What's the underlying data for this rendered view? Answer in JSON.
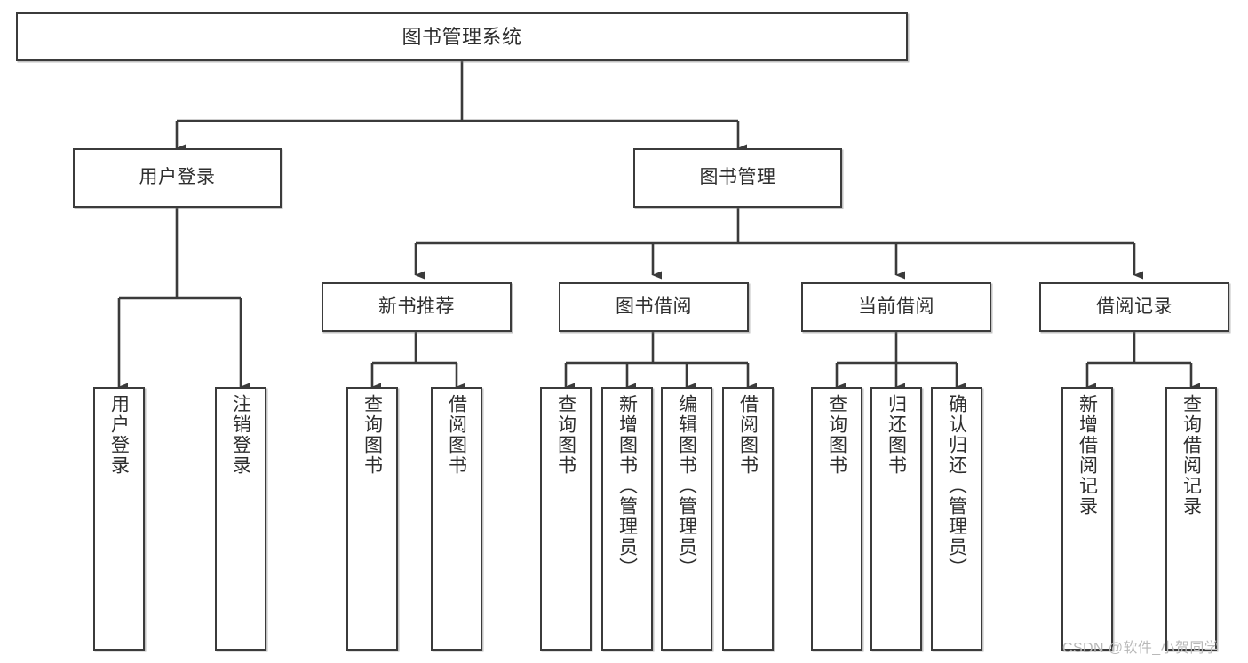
{
  "diagram": {
    "title": "图书管理系统",
    "type": "tree-hierarchy-flowchart",
    "watermark": "CSDN @软件_小贺同学",
    "colors": {
      "box_border": "#3b3b3b",
      "box_fill": "#ffffff",
      "connector": "#3b3b3b",
      "text": "#2e2e2e",
      "watermark": "#b9b9b9",
      "background": "#ffffff"
    },
    "nodes": {
      "root": {
        "label": "图书管理系统"
      },
      "level2": [
        {
          "key": "user_login",
          "label": "用户登录"
        },
        {
          "key": "book_manage",
          "label": "图书管理"
        }
      ],
      "level3": [
        {
          "key": "new_book_rec",
          "label": "新书推荐"
        },
        {
          "key": "book_borrow",
          "label": "图书借阅"
        },
        {
          "key": "current_borrow",
          "label": "当前借阅"
        },
        {
          "key": "borrow_record",
          "label": "借阅记录"
        }
      ],
      "leaves": {
        "user_login": [
          {
            "key": "leaf_user_login",
            "label": "用户登录"
          },
          {
            "key": "leaf_logout_login",
            "label": "注销登录"
          }
        ],
        "new_book_rec": [
          {
            "key": "leaf_query_book_1",
            "label": "查询图书"
          },
          {
            "key": "leaf_borrow_book_1",
            "label": "借阅图书"
          }
        ],
        "book_borrow": [
          {
            "key": "leaf_query_book_2",
            "label": "查询图书"
          },
          {
            "key": "leaf_add_book",
            "label": "新增图书（管理员）"
          },
          {
            "key": "leaf_edit_book",
            "label": "编辑图书（管理员）"
          },
          {
            "key": "leaf_borrow_book_2",
            "label": "借阅图书"
          }
        ],
        "current_borrow": [
          {
            "key": "leaf_query_book_3",
            "label": "查询图书"
          },
          {
            "key": "leaf_return_book",
            "label": "归还图书"
          },
          {
            "key": "leaf_confirm_return",
            "label": "确认归还（管理员）"
          }
        ],
        "borrow_record": [
          {
            "key": "leaf_add_record",
            "label": "新增借阅记录"
          },
          {
            "key": "leaf_query_record",
            "label": "查询借阅记录"
          }
        ]
      }
    }
  }
}
